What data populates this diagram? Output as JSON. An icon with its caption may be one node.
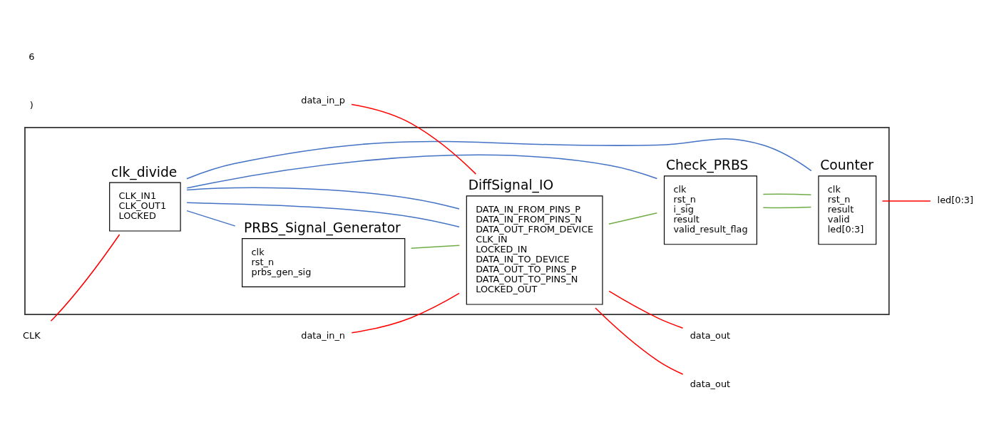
{
  "diagram": {
    "nodes": [
      {
        "text": [],
        "shape": "box"
      },
      {
        "text": [
          "CLK"
        ]
      },
      {
        "text": [
          "clk_divide",
          "CLK_IN1",
          "CLK_OUT1",
          "LOCKED"
        ],
        "in": 0
      },
      {
        "text": [
          "PRBS_Signal_Generator",
          "clk",
          "rst_n",
          "prbs_gen_sig"
        ],
        "in": 0
      },
      {
        "text": [
          "Check_PRBS",
          "clk",
          "rst_n",
          "i_sig",
          "result",
          "valid_result_flag"
        ],
        "in": 0
      },
      {
        "text": [
          "data_in_p"
        ]
      },
      {
        "text": [
          "data_in_n"
        ]
      },
      {
        "text": [
          "DiffSignal_IO",
          "DATA_IN_FROM_PINS_P",
          "DATA_IN_FROM_PINS_N",
          "DATA_OUT_FROM_DEVICE",
          "CLK_IN",
          "LOCKED_IN",
          "DATA_IN_TO_DEVICE",
          "DATA_OUT_TO_PINS_P",
          "DATA_OUT_TO_PINS_N",
          "LOCKED_OUT"
        ],
        "in": 0
      },
      {
        "text": [
          "data_out"
        ]
      },
      {
        "text": [
          "data_out"
        ]
      },
      {
        "text": [
          "Counter",
          "clk",
          "rst_n",
          "result",
          "valid",
          "led[0:3]"
        ],
        "in": 0
      },
      {
        "text": [
          "led[0:3]"
        ]
      }
    ],
    "edges": [
      {
        "from": 1,
        "to": 2,
        "arrow": "none",
        "color": "#ff0000"
      },
      {
        "from": 2,
        "to": 3,
        "arrow": "none",
        "color": "#4472c4"
      },
      {
        "from": 2,
        "to": 4,
        "arrow": "none",
        "color": "#4472c4"
      },
      {
        "from": 2,
        "to": 7,
        "arrow": "none",
        "color": "#4472c4"
      },
      {
        "from": 2,
        "to": 7,
        "arrow": "none",
        "color": "#4472c4"
      },
      {
        "from": 2,
        "to": 10,
        "arrow": "none",
        "color": "#4472c4"
      },
      {
        "from": 3,
        "to": 7,
        "arrow": "none",
        "color": "#70ad47"
      },
      {
        "from": 5,
        "to": 7,
        "arrow": "none",
        "color": "#ff0000"
      },
      {
        "from": 6,
        "to": 7,
        "arrow": "none",
        "color": "#ff0000"
      },
      {
        "from": 7,
        "to": 4,
        "arrow": "none",
        "color": "#70ad47"
      },
      {
        "from": 7,
        "to": 8,
        "arrow": "none",
        "color": "#ff0000"
      },
      {
        "from": 7,
        "to": 9,
        "arrow": "none",
        "color": "#ff0000"
      },
      {
        "from": 4,
        "to": 10,
        "arrow": "none",
        "color": "#70ad47"
      },
      {
        "from": 4,
        "to": 10,
        "arrow": "none",
        "color": "#70ad47"
      },
      {
        "from": 10,
        "to": 11,
        "arrow": "none",
        "color": "#ff0000"
      }
    ],
    "labels": [
      ")",
      "6"
    ]
  }
}
